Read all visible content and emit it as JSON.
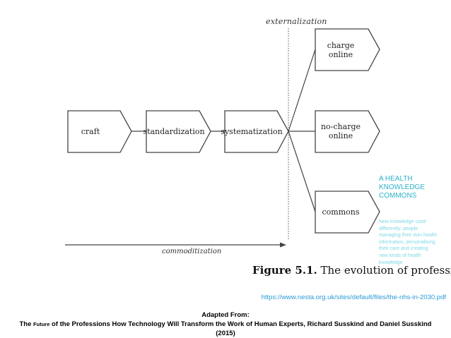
{
  "diagram": {
    "externalization_label": "externalization",
    "commoditization_label": "commoditization",
    "stages": [
      "craft",
      "standardization",
      "systematization"
    ],
    "outcomes": {
      "charge_online": [
        "charge",
        "online"
      ],
      "no_charge_online": [
        "no-charge",
        "online"
      ],
      "commons": "commons"
    }
  },
  "figure_caption": {
    "number": "Figure 5.1.",
    "title": "The evolution of professional work"
  },
  "annotation": {
    "title_lines": [
      "A HEALTH",
      "KNOWLEDGE",
      "COMMONS"
    ],
    "body_lines": [
      "New knowledge used",
      "differently: people",
      "managing their own health",
      "information, personalising",
      "their care and creating",
      "new kinds of health",
      "knowledge"
    ],
    "accent_color": "#2bb3c9"
  },
  "source_url": "https://www.nesta.org.uk/sites/default/files/the-nhs-in-2030.pdf",
  "credit": {
    "adapted_from": "Adapted From:",
    "prefix": "The",
    "small_word": "Future",
    "rest": "of the Professions How Technology Will Transform the Work of Human Experts, Richard Susskind and Daniel Susskind",
    "year": "(2015)"
  }
}
